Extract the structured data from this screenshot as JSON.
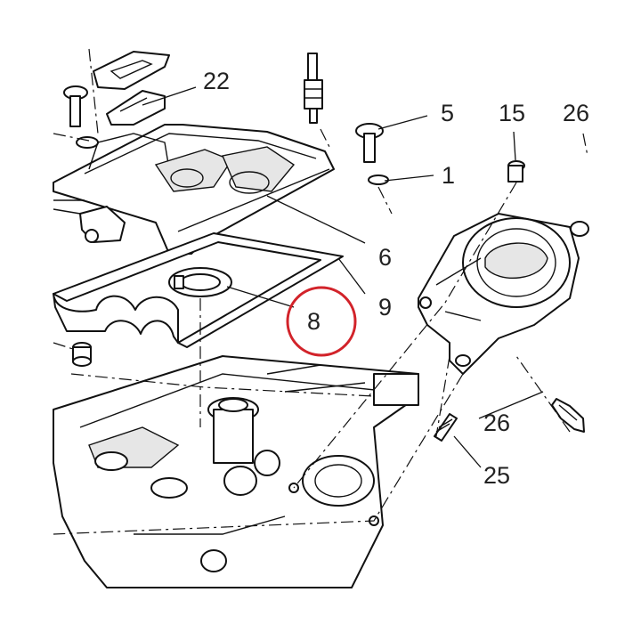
{
  "callouts": {
    "c22": "22",
    "c5": "5",
    "c15": "15",
    "c26a": "26",
    "c1": "1",
    "c6": "6",
    "c9": "9",
    "c8": "8",
    "c26b": "26",
    "c25": "25"
  },
  "highlight": {
    "target": "8",
    "color": "#d2232a"
  }
}
